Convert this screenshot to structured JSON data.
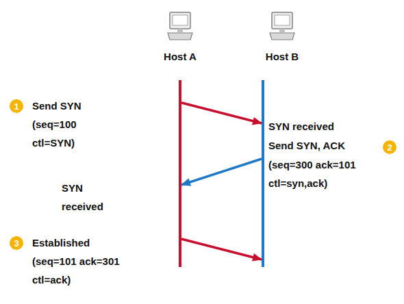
{
  "diagram": {
    "nodes": [
      {
        "text": [
          "Host A"
        ]
      },
      {
        "text": [
          "Host B"
        ]
      },
      {
        "text": [
          "1"
        ]
      },
      {
        "text": [
          "2"
        ]
      },
      {
        "text": [
          "3"
        ]
      }
    ],
    "edges": [
      {
        "from": 0,
        "to": 1,
        "arrow": "to"
      },
      {
        "from": 1,
        "to": 0,
        "arrow": "to"
      },
      {
        "from": 0,
        "to": 1,
        "arrow": "to"
      }
    ],
    "labels": [
      "Send SYN",
      "(seq=100 ctl=SYN)",
      "SYN received",
      "Send SYN, ACK",
      "(seq=300 ack=101 ctl=syn,ack)",
      "SYN received",
      "Established",
      "(seq=101 ack=301 ctl=ack)"
    ]
  }
}
